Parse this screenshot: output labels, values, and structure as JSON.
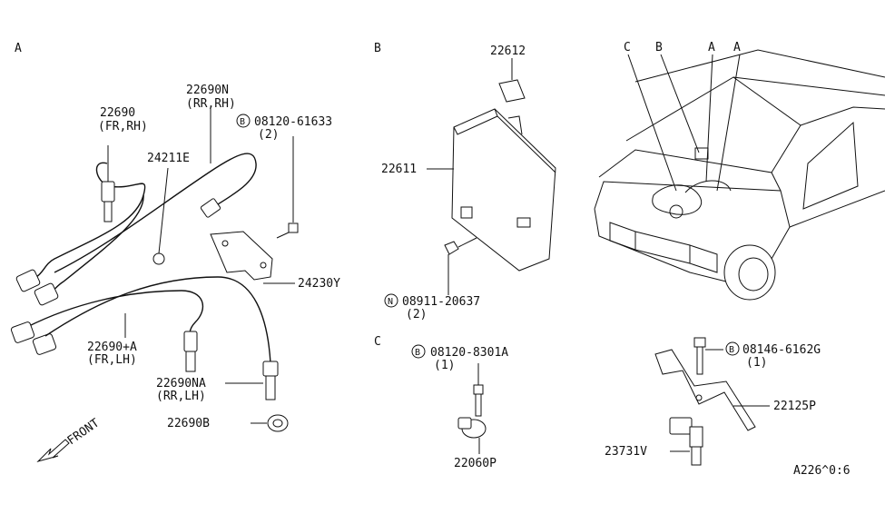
{
  "sections": {
    "a": "A",
    "b": "B",
    "c": "C"
  },
  "labels": {
    "p22690": "22690",
    "p22690_sub": "(FR,RH)",
    "p22690n": "22690N",
    "p22690n_sub": "(RR,RH)",
    "p24211e": "24211E",
    "bolt_top": "08120-61633",
    "bolt_top_qty": "(2)",
    "p24230y": "24230Y",
    "p22690a": "22690+A",
    "p22690a_sub": "(FR,LH)",
    "p22690na": "22690NA",
    "p22690na_sub": "(RR,LH)",
    "p22690b": "22690B",
    "front": "FRONT",
    "p22612": "22612",
    "p22611": "22611",
    "nut": "08911-20637",
    "nut_qty": "(2)",
    "bolt_c": "08120-8301A",
    "bolt_c_qty": "(1)",
    "p22060p": "22060P",
    "bolt_r": "08146-6162G",
    "bolt_r_qty": "(1)",
    "p22125p": "22125P",
    "p23731v": "23731V",
    "vehicle_c": "C",
    "vehicle_b": "B",
    "vehicle_a1": "A",
    "vehicle_a2": "A",
    "ref": "A226^0:6"
  },
  "markers": {
    "b": "B",
    "n": "N"
  }
}
